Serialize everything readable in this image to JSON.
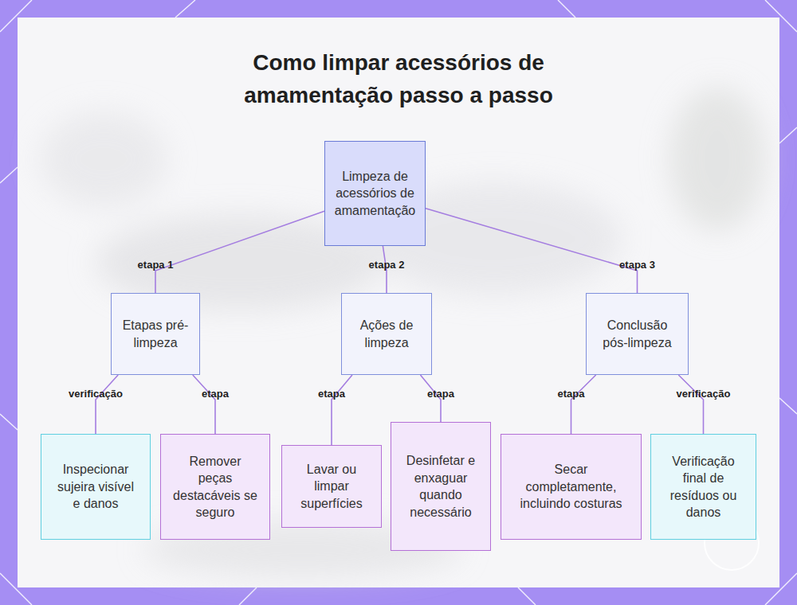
{
  "diagram": {
    "title": "Como limpar acessórios de amamentação passo a passo",
    "nodes": [
      {
        "text": [
          "Limpeza de acessórios de amamentação"
        ]
      },
      {
        "text": [
          "Etapas pré-limpeza"
        ]
      },
      {
        "text": [
          "Ações de limpeza"
        ]
      },
      {
        "text": [
          "Conclusão pós-limpeza"
        ]
      },
      {
        "text": [
          "Inspecionar sujeira visível e danos"
        ]
      },
      {
        "text": [
          "Remover peças destacáveis se seguro"
        ]
      },
      {
        "text": [
          "Lavar ou limpar superfícies"
        ]
      },
      {
        "text": [
          "Desinfetar e enxaguar quando necessário"
        ]
      },
      {
        "text": [
          "Secar completamente, incluindo costuras"
        ]
      },
      {
        "text": [
          "Verificação final de resíduos ou danos"
        ]
      }
    ],
    "edges": [
      {
        "from": 0,
        "to": 1,
        "label": "etapa 1",
        "arrow": "none"
      },
      {
        "from": 0,
        "to": 2,
        "label": "etapa 2",
        "arrow": "none"
      },
      {
        "from": 0,
        "to": 3,
        "label": "etapa 3",
        "arrow": "none"
      },
      {
        "from": 1,
        "to": 4,
        "label": "verificação",
        "arrow": "none"
      },
      {
        "from": 1,
        "to": 5,
        "label": "etapa",
        "arrow": "none"
      },
      {
        "from": 2,
        "to": 6,
        "label": "etapa",
        "arrow": "none"
      },
      {
        "from": 2,
        "to": 7,
        "label": "etapa",
        "arrow": "none"
      },
      {
        "from": 3,
        "to": 8,
        "label": "etapa",
        "arrow": "none"
      },
      {
        "from": 3,
        "to": 9,
        "label": "verificação",
        "arrow": "none"
      }
    ]
  }
}
